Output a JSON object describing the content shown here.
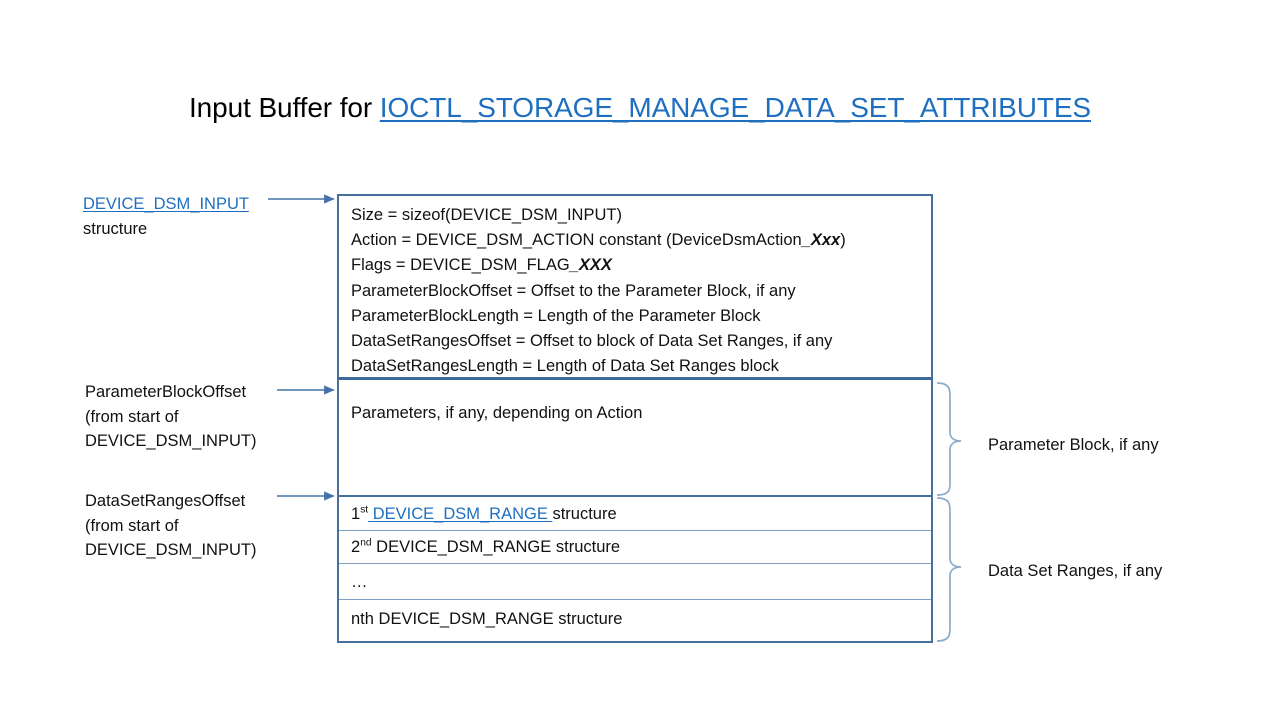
{
  "title": {
    "prefix": "Input Buffer for ",
    "link": "IOCTL_STORAGE_MANAGE_DATA_SET_ATTRIBUTES"
  },
  "colors": {
    "link": "#1F6FC0",
    "box_border": "#44709E",
    "divider": "#7FA2C4",
    "arrow": "#4472A8",
    "brace": "#7FA2C4",
    "text": "#111111",
    "background": "#FFFFFF"
  },
  "header_box": {
    "lines": [
      {
        "pre": "Size  = sizeof(DEVICE_DSM_INPUT)",
        "italic": "",
        "post": ""
      },
      {
        "pre": "Action = DEVICE_DSM_ACTION  constant (DeviceDsmAction",
        "italic": "_Xxx",
        "post": ")"
      },
      {
        "pre": "Flags = DEVICE_DSM_FLAG",
        "italic": "_XXX",
        "post": ""
      },
      {
        "pre": "ParameterBlockOffset  = Offset to the Parameter Block, if any",
        "italic": "",
        "post": ""
      },
      {
        "pre": "ParameterBlockLength  = Length of the Parameter  Block",
        "italic": "",
        "post": ""
      },
      {
        "pre": "DataSetRangesOffset  = Offset to block of Data Set Ranges, if any",
        "italic": "",
        "post": ""
      },
      {
        "pre": "DataSetRangesLength  = Length of Data Set Ranges block",
        "italic": "",
        "post": ""
      }
    ]
  },
  "parameters_box": {
    "text": "Parameters, if any, depending on Action"
  },
  "ranges_box": {
    "rows": [
      {
        "ordinal": "1",
        "sup": "st",
        "link": " DEVICE_DSM_RANGE ",
        "tail": "structure",
        "is_link": true
      },
      {
        "ordinal": "2",
        "sup": "nd",
        "link": " DEVICE_DSM_RANGE  ",
        "tail": "structure",
        "is_link": false
      },
      {
        "ordinal": "",
        "sup": "",
        "link": "…",
        "tail": "",
        "is_link": false
      },
      {
        "ordinal": "nth",
        "sup": "",
        "link": " DEVICE_DSM_RANGE  ",
        "tail": "structure",
        "is_link": false
      }
    ]
  },
  "left_annotations": {
    "device_dsm_input": {
      "line1_link": "DEVICE_DSM_INPUT",
      "line2": "structure"
    },
    "parameter_block_offset": {
      "line1": "ParameterBlockOffset",
      "line2": "(from start of",
      "line3": "DEVICE_DSM_INPUT)"
    },
    "data_set_ranges_offset": {
      "line1": "DataSetRangesOffset",
      "line2": "(from start of",
      "line3": "DEVICE_DSM_INPUT)"
    }
  },
  "right_annotations": {
    "parameter_block": "Parameter Block, if any",
    "data_set_ranges": "Data Set Ranges, if any"
  }
}
